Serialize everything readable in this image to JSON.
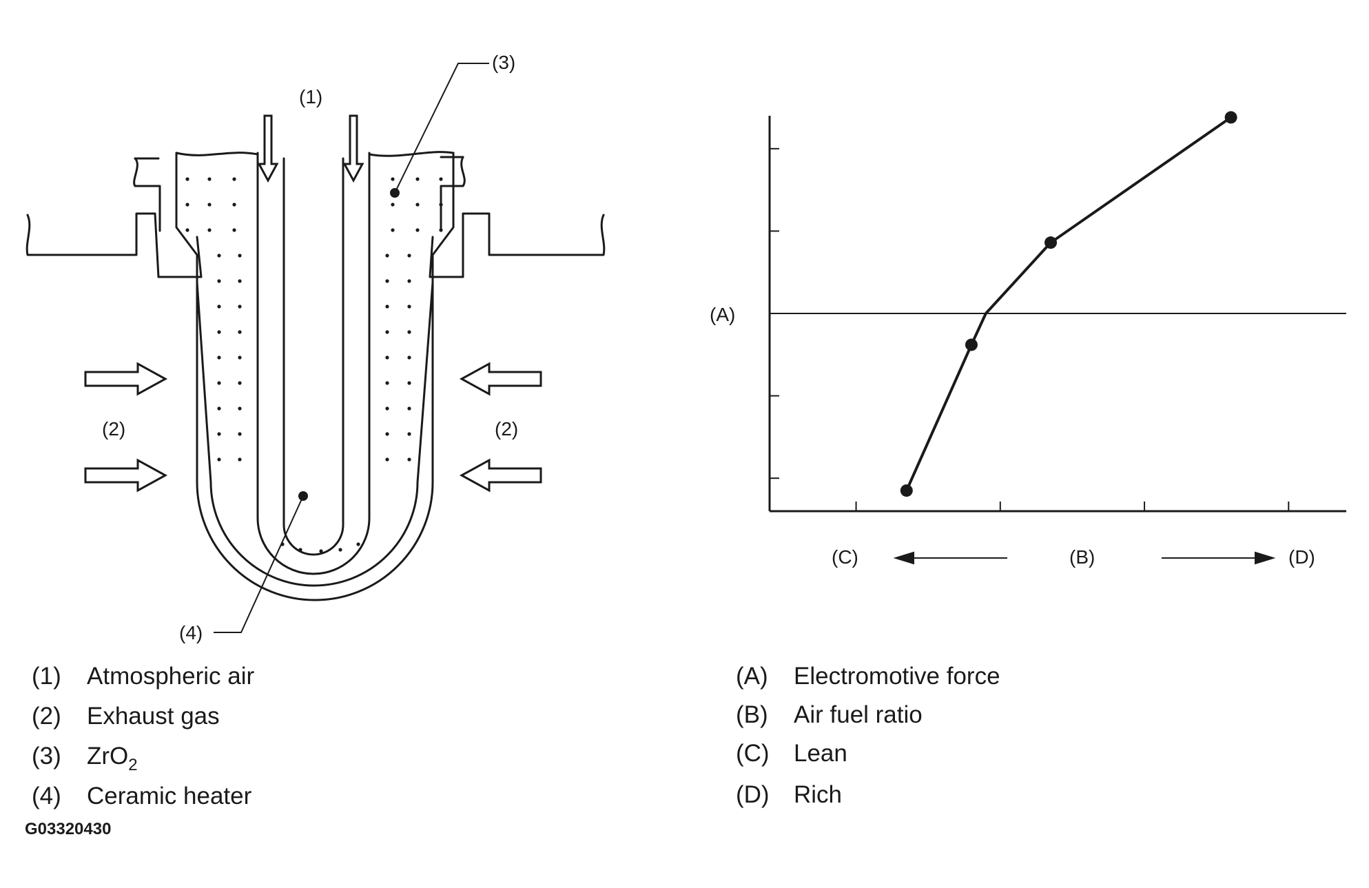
{
  "diagram": {
    "callouts": {
      "c1": "(1)",
      "c2_left": "(2)",
      "c2_right": "(2)",
      "c3": "(3)",
      "c4": "(4)"
    }
  },
  "chart": {
    "axis_label_y": "(A)",
    "axis_label_x": "(B)",
    "left_label": "(C)",
    "right_label": "(D)"
  },
  "chart_data": {
    "type": "line",
    "title": "",
    "xlabel": "(B)",
    "ylabel": "(A)",
    "x_left_direction": "(C)",
    "x_right_direction": "(D)",
    "xlim": [
      0,
      4
    ],
    "ylim": [
      -2.4,
      2.4
    ],
    "ticks": {
      "x": [
        0.6,
        1.6,
        2.6,
        3.6
      ],
      "y": [
        -2,
        -1,
        1,
        2
      ]
    },
    "reference_line": {
      "y": 0
    },
    "series": [
      {
        "x": [
          0.95,
          1.4,
          1.5,
          1.95,
          3.2
        ],
        "y": [
          -2.15,
          -0.38,
          0,
          0.86,
          2.38
        ],
        "markers": [
          true,
          true,
          false,
          true,
          true
        ]
      }
    ],
    "grid": false
  },
  "legend_left": [
    {
      "key": "(1)",
      "text": "Atmospheric air"
    },
    {
      "key": "(2)",
      "text": "Exhaust gas"
    },
    {
      "key": "(3)",
      "text": "ZrO",
      "sub": "2"
    },
    {
      "key": "(4)",
      "text": "Ceramic heater"
    }
  ],
  "legend_right": [
    {
      "key": "(A)",
      "text": "Electromotive force"
    },
    {
      "key": "(B)",
      "text": "Air fuel ratio"
    },
    {
      "key": "(C)",
      "text": "Lean"
    },
    {
      "key": "(D)",
      "text": "Rich"
    }
  ],
  "figure_code": "G03320430",
  "colors": {
    "ink": "#1a1a1a",
    "background": "#ffffff"
  }
}
